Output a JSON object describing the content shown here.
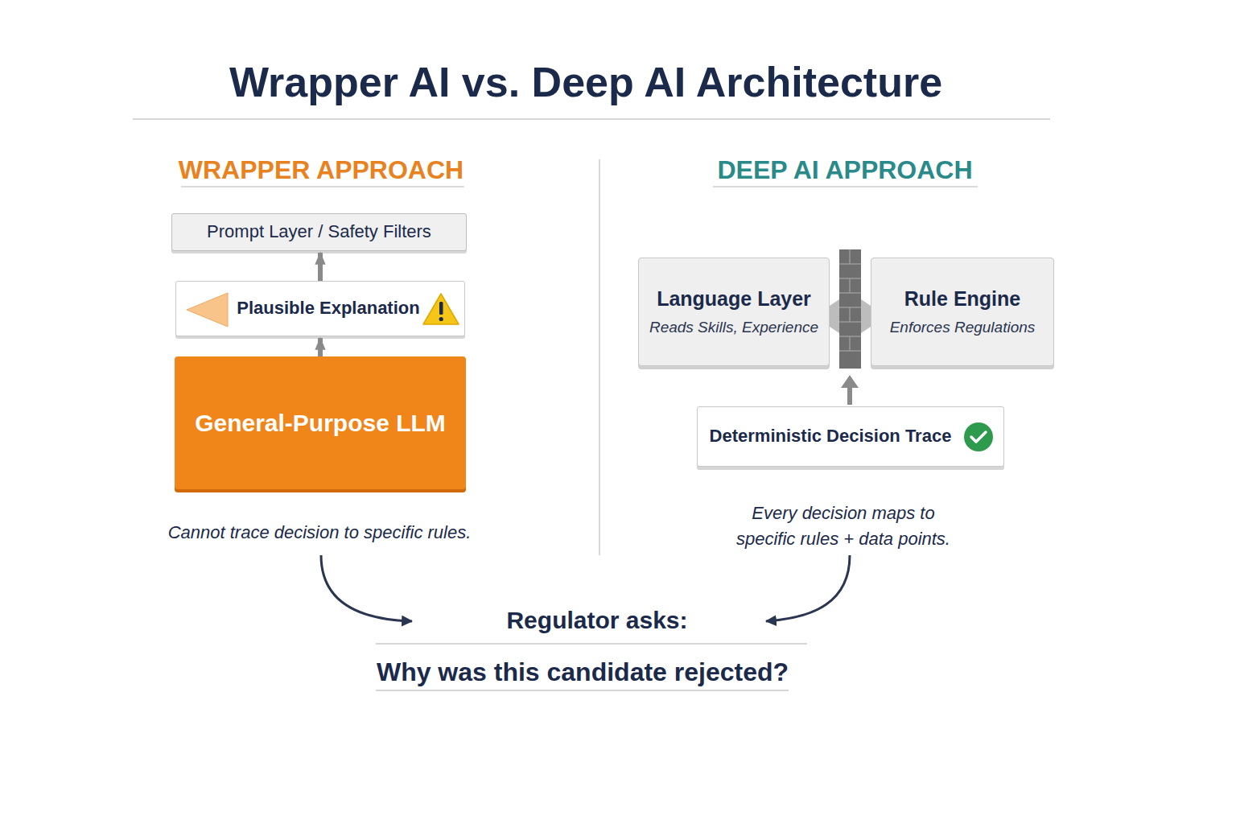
{
  "diagram": {
    "title": "Wrapper AI vs. Deep AI Architecture",
    "nodes": [
      {
        "text": [
          "Prompt Layer / Safety Filters"
        ]
      },
      {
        "text": [
          "Plausible Explanation"
        ]
      },
      {
        "text": [
          "General-Purpose LLM"
        ]
      },
      {
        "text": [
          "Language Layer",
          "Reads Skills, Experience"
        ]
      },
      {
        "text": [
          "Rule Engine",
          "Enforces Regulations"
        ]
      },
      {
        "text": [
          "Deterministic Decision Trace"
        ]
      }
    ],
    "edges": [
      {
        "from": 2,
        "to": 1,
        "arrow": "to"
      },
      {
        "from": 1,
        "to": 0,
        "arrow": "to"
      }
    ],
    "labels": [
      "WRAPPER APPROACH",
      "DEEP AI APPROACH",
      "Cannot trace decision to specific rules.",
      "Every decision maps to specific rules + data points.",
      "Regulator asks:",
      "Why was this candidate rejected?"
    ]
  }
}
